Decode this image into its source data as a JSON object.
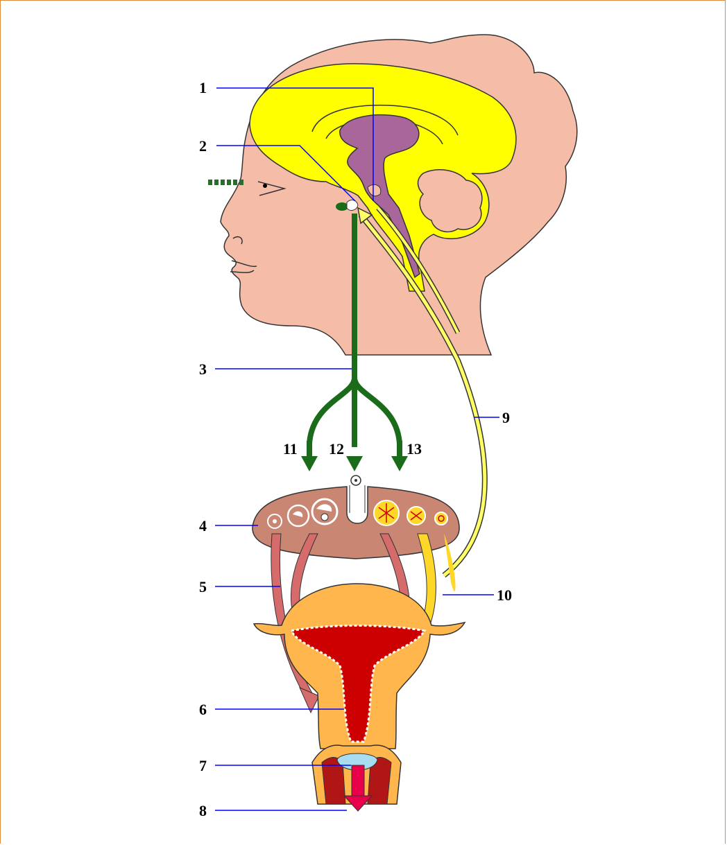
{
  "labels": {
    "l1": "1",
    "l2": "2",
    "l3": "3",
    "l4": "4",
    "l5": "5",
    "l6": "6",
    "l7": "7",
    "l8": "8",
    "l9": "9",
    "l10": "10",
    "l11": "11",
    "l12": "12",
    "l13": "13"
  },
  "colors": {
    "skin": "#f5bca7",
    "brain": "#ffff00",
    "ventricle": "#a8669a",
    "hormone_green": "#1a6b1a",
    "nerve_yellow": "#ffff66",
    "ovary": "#c98672",
    "fsh_path": "#d66b6b",
    "lh_path": "#ffd728",
    "uterus_outer": "#ffb74d",
    "uterus_inner": "#cc0000",
    "cervix_mucus": "#a8dcf0",
    "menstrual_flow": "#e8004a",
    "leader_line": "#0000ff",
    "frame": "#e0883a"
  }
}
